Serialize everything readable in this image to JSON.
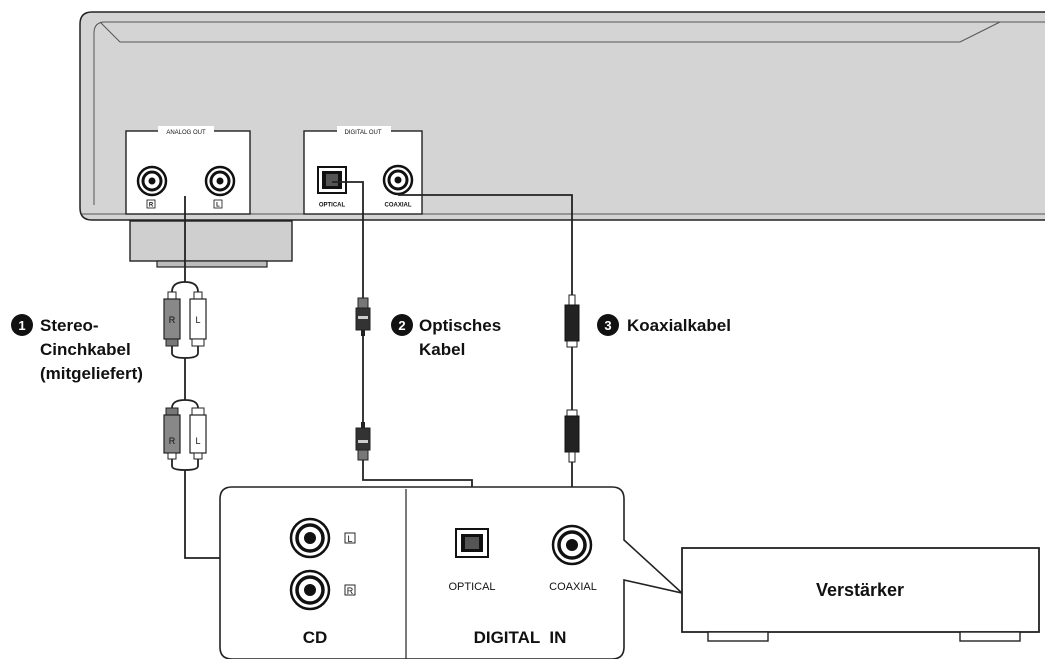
{
  "player": {
    "analog_out_label": "ANALOG OUT",
    "digital_out_label": "DIGITAL OUT",
    "right_label": "R",
    "left_label": "L",
    "optical_label": "OPTICAL",
    "coaxial_label": "COAXIAL"
  },
  "cables": [
    {
      "number": "1",
      "lines": [
        "Stereo-",
        "Cinchkabel",
        "(mitgeliefert)"
      ]
    },
    {
      "number": "2",
      "lines": [
        "Optisches",
        "Kabel"
      ]
    },
    {
      "number": "3",
      "lines": [
        "Koaxialkabel"
      ]
    }
  ],
  "plug_labels": {
    "right": "R",
    "left": "L"
  },
  "amplifier_panel": {
    "cd_title": "CD",
    "digital_in_title": "DIGITAL  IN",
    "left_label": "L",
    "right_label": "R",
    "optical_label": "OPTICAL",
    "coaxial_label": "COAXIAL"
  },
  "amplifier": {
    "label": "Verstärker"
  }
}
